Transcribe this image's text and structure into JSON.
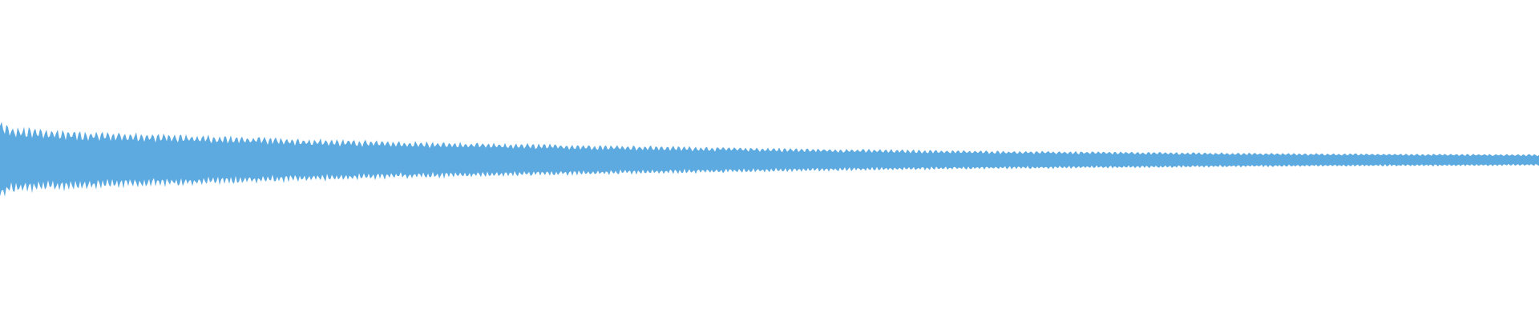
{
  "waveform": {
    "color": "#5DAAE0",
    "background": "#FFFFFF",
    "amplitude_envelope": [
      1.0,
      0.86,
      0.78,
      0.7,
      0.62,
      0.55,
      0.5,
      0.46,
      0.42,
      0.38,
      0.34,
      0.31,
      0.28,
      0.26,
      0.24,
      0.22,
      0.2,
      0.19,
      0.18,
      0.17
    ]
  }
}
